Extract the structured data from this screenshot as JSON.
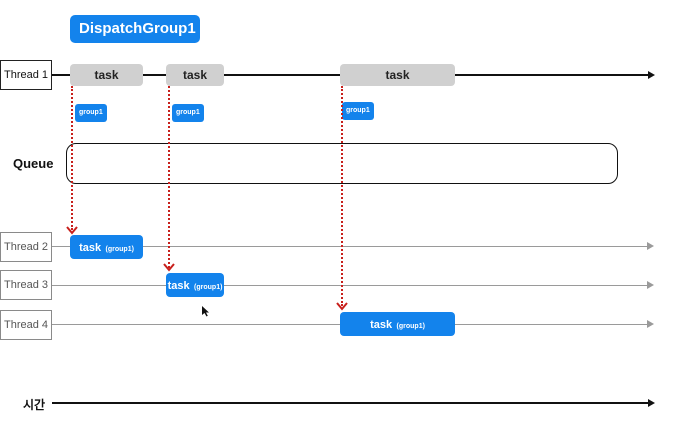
{
  "title": "DispatchGroup1",
  "queue_label": "Queue",
  "time_label": "시간",
  "colors": {
    "accent_blue": "#1383ec",
    "task_gray": "#d0d0d0",
    "dotted_red": "#c8201c"
  },
  "threads": [
    {
      "label": "Thread 1"
    },
    {
      "label": "Thread 2"
    },
    {
      "label": "Thread 3"
    },
    {
      "label": "Thread 4"
    }
  ],
  "thread1_tasks": [
    {
      "label": "task"
    },
    {
      "label": "task"
    },
    {
      "label": "task"
    }
  ],
  "group_tags": [
    {
      "label": "group1"
    },
    {
      "label": "group1"
    },
    {
      "label": "group1"
    }
  ],
  "dispatched_tasks": [
    {
      "label": "task",
      "group": "(group1)"
    },
    {
      "label": "task",
      "group": "(group1)"
    },
    {
      "label": "task",
      "group": "(group1)"
    }
  ]
}
